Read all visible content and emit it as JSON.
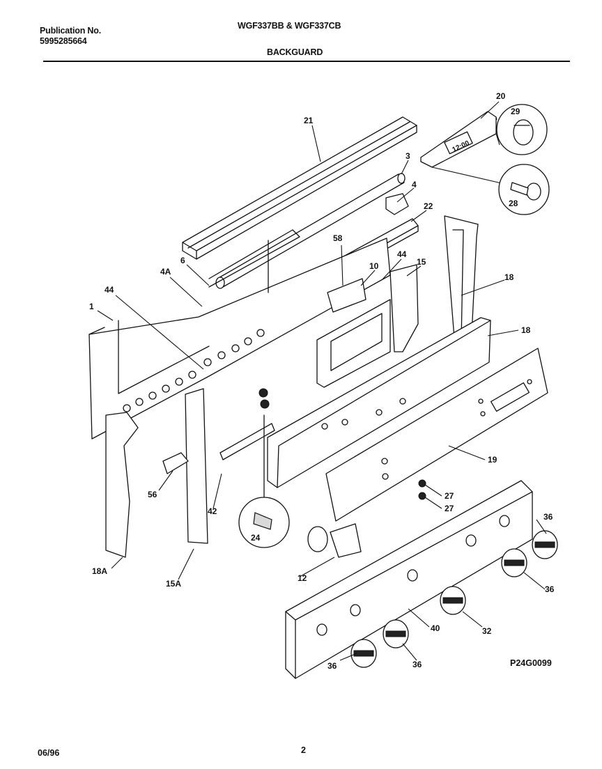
{
  "header": {
    "publication_label": "Publication No.",
    "publication_number": "5995285664",
    "model": "WGF337BB & WGF337CB",
    "section": "BACKGUARD"
  },
  "diagram": {
    "callouts": [
      {
        "id": "c21",
        "text": "21"
      },
      {
        "id": "c3",
        "text": "3"
      },
      {
        "id": "c4",
        "text": "4"
      },
      {
        "id": "c22",
        "text": "22"
      },
      {
        "id": "c20",
        "text": "20"
      },
      {
        "id": "c29",
        "text": "29"
      },
      {
        "id": "c28",
        "text": "28"
      },
      {
        "id": "c58",
        "text": "58"
      },
      {
        "id": "c44a",
        "text": "44"
      },
      {
        "id": "c10",
        "text": "10"
      },
      {
        "id": "c15",
        "text": "15"
      },
      {
        "id": "c18a",
        "text": "18"
      },
      {
        "id": "c18b",
        "text": "18"
      },
      {
        "id": "c6",
        "text": "6"
      },
      {
        "id": "c4A",
        "text": "4A"
      },
      {
        "id": "c44b",
        "text": "44"
      },
      {
        "id": "c1",
        "text": "1"
      },
      {
        "id": "c19",
        "text": "19"
      },
      {
        "id": "c27a",
        "text": "27"
      },
      {
        "id": "c27b",
        "text": "27"
      },
      {
        "id": "c56",
        "text": "56"
      },
      {
        "id": "c42",
        "text": "42"
      },
      {
        "id": "c24",
        "text": "24"
      },
      {
        "id": "c36a",
        "text": "36"
      },
      {
        "id": "c36b",
        "text": "36"
      },
      {
        "id": "c18A",
        "text": "18A"
      },
      {
        "id": "c15A",
        "text": "15A"
      },
      {
        "id": "c12",
        "text": "12"
      },
      {
        "id": "c32",
        "text": "32"
      },
      {
        "id": "c40",
        "text": "40"
      },
      {
        "id": "c36c",
        "text": "36"
      },
      {
        "id": "c36d",
        "text": "36"
      }
    ],
    "figure_code": "P24G0099",
    "clock_display": "12:00"
  },
  "footer": {
    "date": "06/96",
    "page_number": "2"
  }
}
